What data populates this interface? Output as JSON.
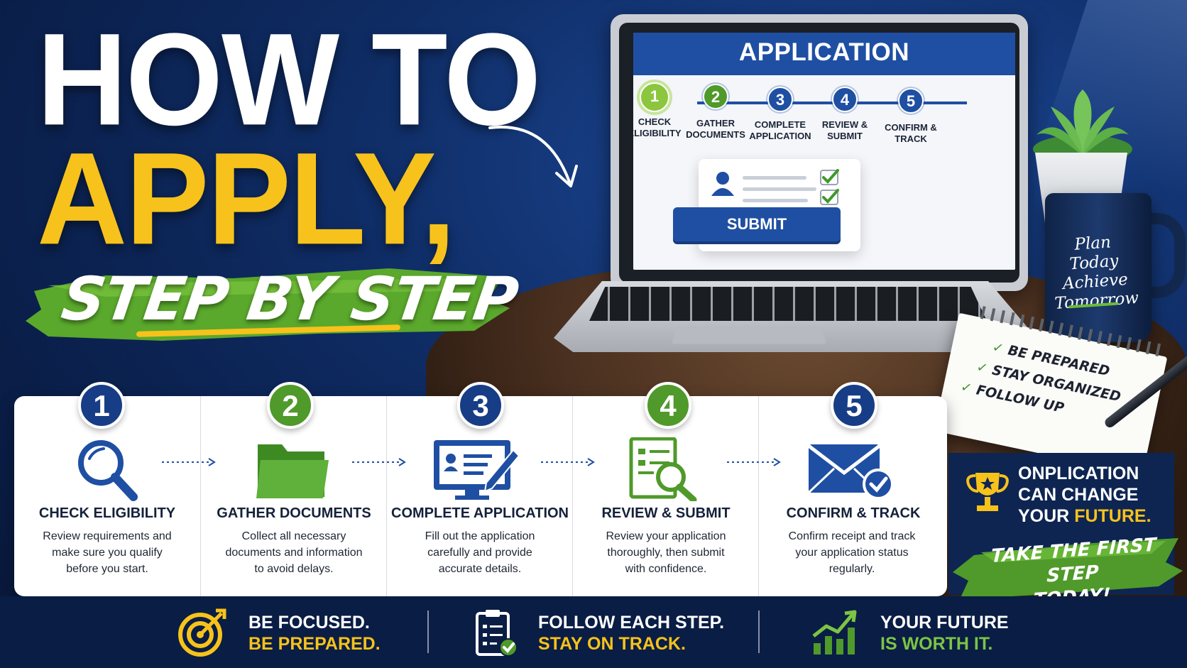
{
  "headline": {
    "line1": "HOW TO",
    "line2": "APPLY,",
    "line3": "STEP BY STEP"
  },
  "colors": {
    "navy": "#0a1e48",
    "blue": "#1f4fa3",
    "yellow": "#f7c21b",
    "green": "#4f9a2a",
    "light_green": "#7cc444"
  },
  "laptop": {
    "title": "APPLICATION",
    "steps": [
      {
        "num": "1",
        "label_l1": "CHECK",
        "label_l2": "ELIGIBILITY"
      },
      {
        "num": "2",
        "label_l1": "GATHER",
        "label_l2": "DOCUMENTS"
      },
      {
        "num": "3",
        "label_l1": "COMPLETE",
        "label_l2": "APPLICATION"
      },
      {
        "num": "4",
        "label_l1": "REVIEW &",
        "label_l2": "SUBMIT"
      },
      {
        "num": "5",
        "label_l1": "CONFIRM &",
        "label_l2": "TRACK"
      }
    ],
    "submit_label": "SUBMIT"
  },
  "mug": {
    "text_l1": "Plan Today",
    "text_l2": "Achieve",
    "text_l3": "Tomorrow"
  },
  "notepad": {
    "items": [
      "BE PREPARED",
      "STAY ORGANIZED",
      "FOLLOW UP"
    ]
  },
  "steps": [
    {
      "num": "1",
      "title": "CHECK ELIGIBILITY",
      "desc_l1": "Review requirements and",
      "desc_l2": "make sure you qualify",
      "desc_l3": "before you start.",
      "icon": "magnifier-icon"
    },
    {
      "num": "2",
      "title": "GATHER DOCUMENTS",
      "desc_l1": "Collect all necessary",
      "desc_l2": "documents and information",
      "desc_l3": "to avoid delays.",
      "icon": "folder-icon"
    },
    {
      "num": "3",
      "title": "COMPLETE APPLICATION",
      "desc_l1": "Fill out the application",
      "desc_l2": "carefully and provide",
      "desc_l3": "accurate details.",
      "icon": "monitor-form-icon"
    },
    {
      "num": "4",
      "title": "REVIEW & SUBMIT",
      "desc_l1": "Review your application",
      "desc_l2": "thoroughly, then submit",
      "desc_l3": "with confidence.",
      "icon": "document-search-icon"
    },
    {
      "num": "5",
      "title": "CONFIRM & TRACK",
      "desc_l1": "Confirm receipt and track",
      "desc_l2": "your application status",
      "desc_l3": "regularly.",
      "icon": "envelope-check-icon"
    }
  ],
  "callout": {
    "line1": "ONPLICATION",
    "line2": "CAN CHANGE",
    "line3_a": "YOUR ",
    "line3_b": "FUTURE.",
    "take_l1": "TAKE THE FIRST STEP",
    "take_l2": "TODAY!"
  },
  "footer": [
    {
      "l1": "BE FOCUSED.",
      "l2": "BE PREPARED.",
      "icon": "target-icon"
    },
    {
      "l1": "FOLLOW EACH STEP.",
      "l2": "STAY ON TRACK.",
      "icon": "clipboard-check-icon"
    },
    {
      "l1": "YOUR FUTURE",
      "l2": "IS WORTH IT.",
      "icon": "growth-chart-icon"
    }
  ]
}
